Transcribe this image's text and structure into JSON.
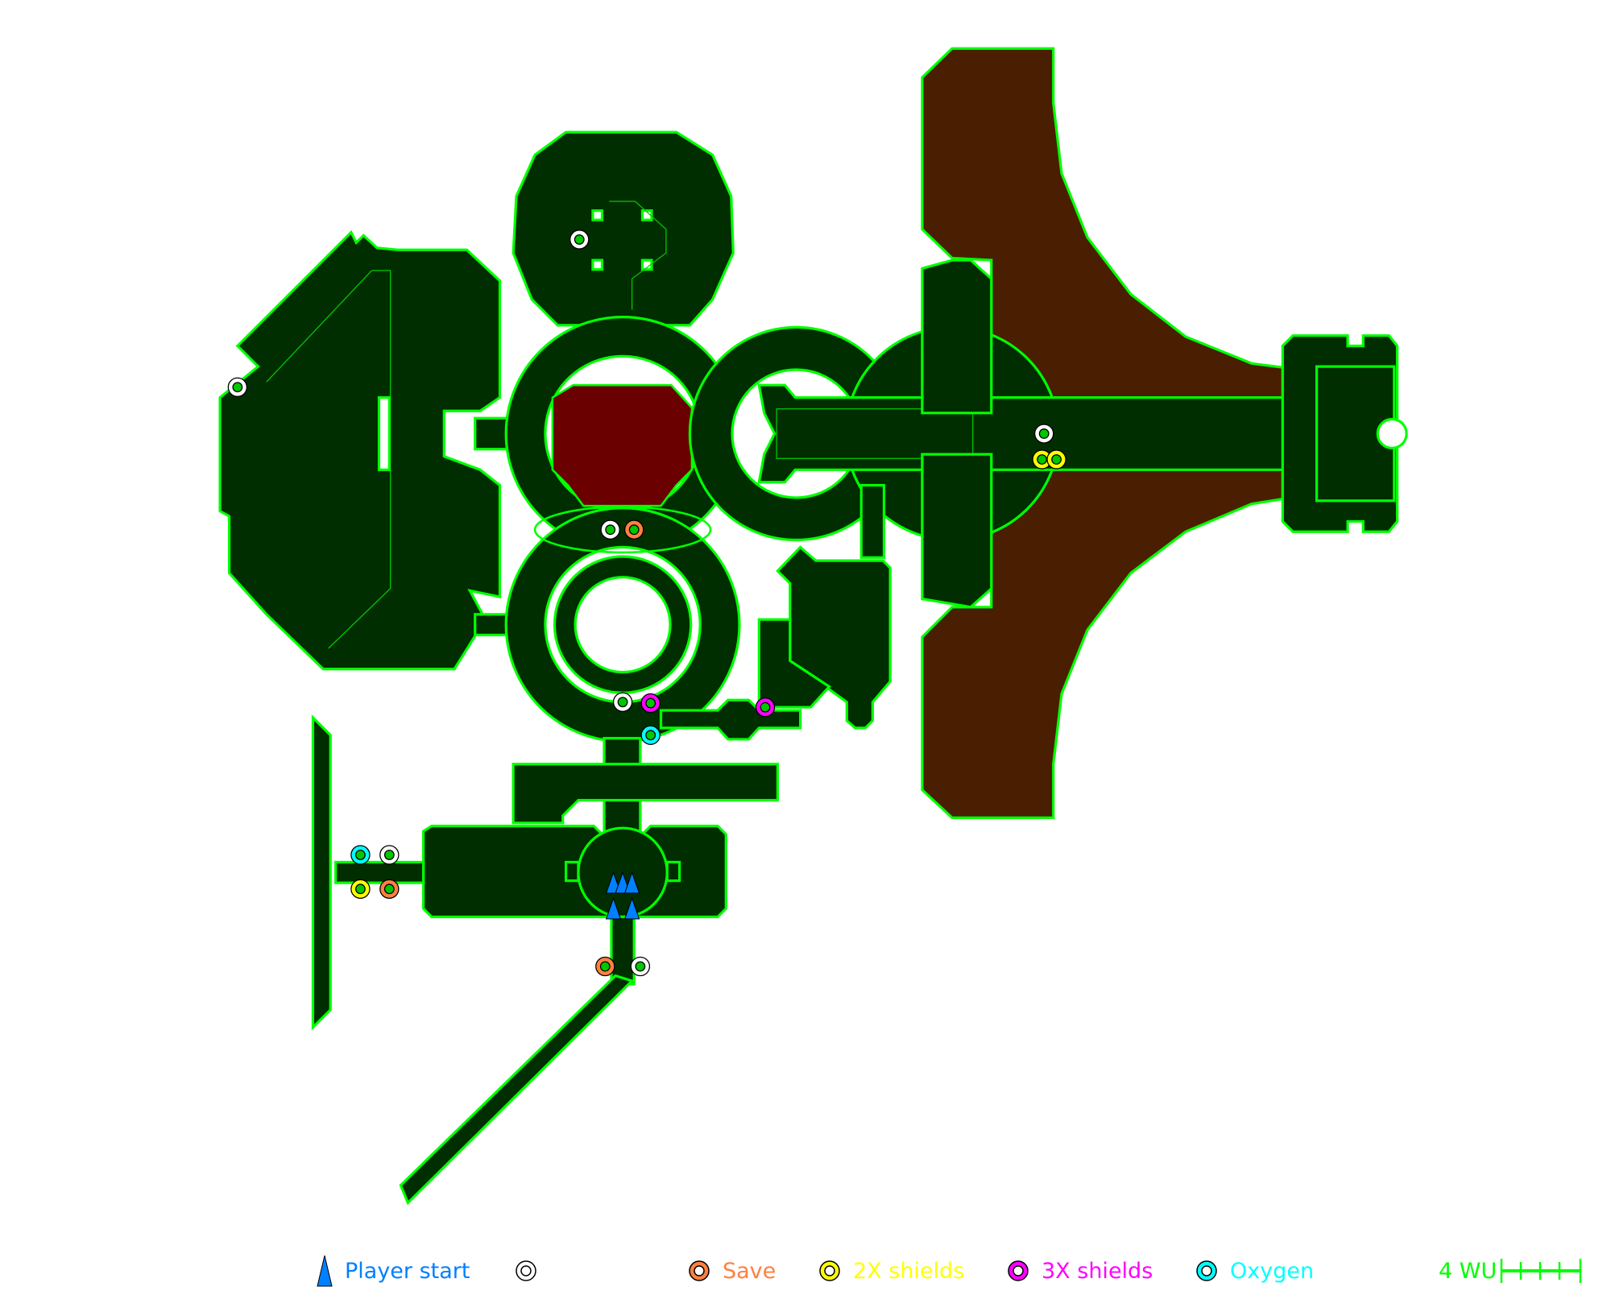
{
  "legend": {
    "player_start": "Player start",
    "save": "Save",
    "shields2x": "2X shields",
    "shields3x": "3X shields",
    "oxygen": "Oxygen",
    "scale": "4 WU"
  },
  "colors": {
    "floor": "#002e00",
    "wall": "#00ff00",
    "lava": "#4a1e00",
    "hazard": "#6b0000",
    "player": "#0080ff",
    "generic": "#ffffff",
    "save": "#ff8040",
    "shields2x": "#ffff00",
    "shields3x": "#ff00ff",
    "oxygen": "#00ffff"
  }
}
